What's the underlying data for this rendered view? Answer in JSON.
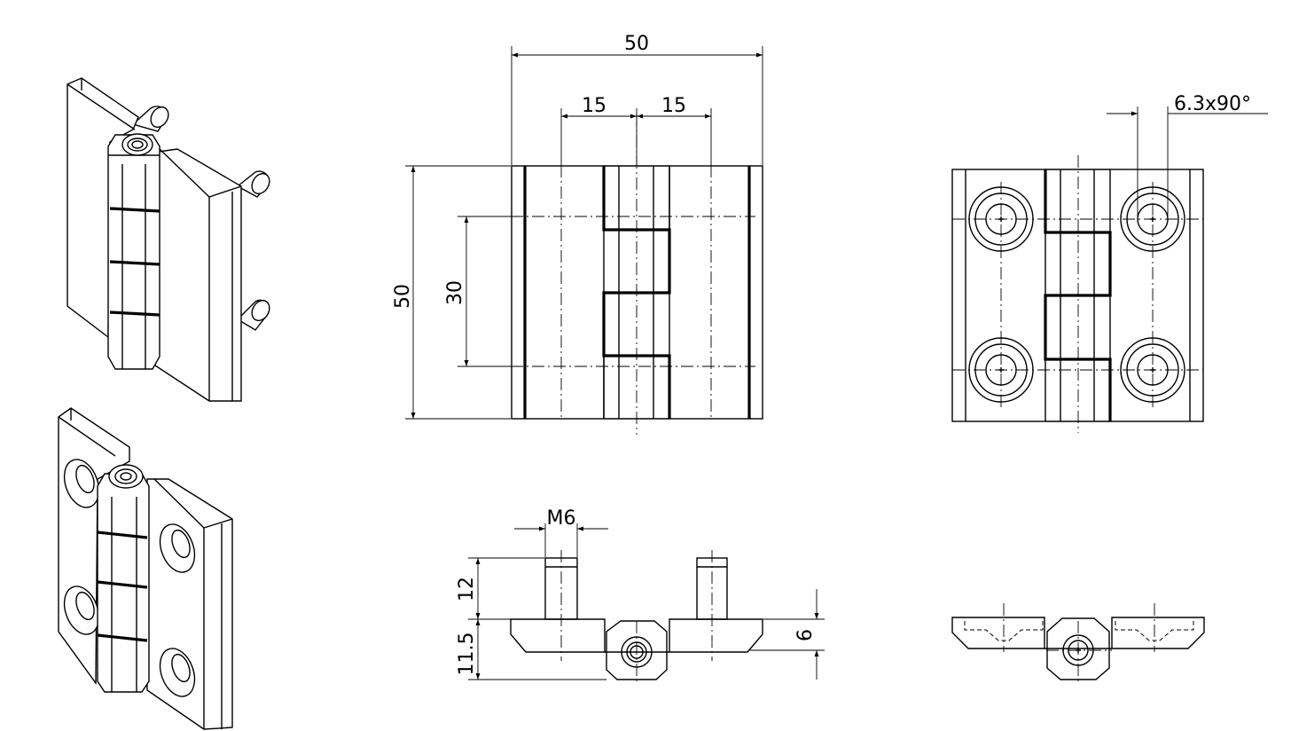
{
  "drawing": {
    "dimensions": {
      "overall_width": "50",
      "offset_left": "15",
      "offset_right": "15",
      "overall_height": "50",
      "hole_spacing": "30",
      "thread": "M6",
      "stud_length": "12",
      "base_height": "11.5",
      "plate_thickness": "6",
      "countersink": "6.3x90°"
    }
  }
}
